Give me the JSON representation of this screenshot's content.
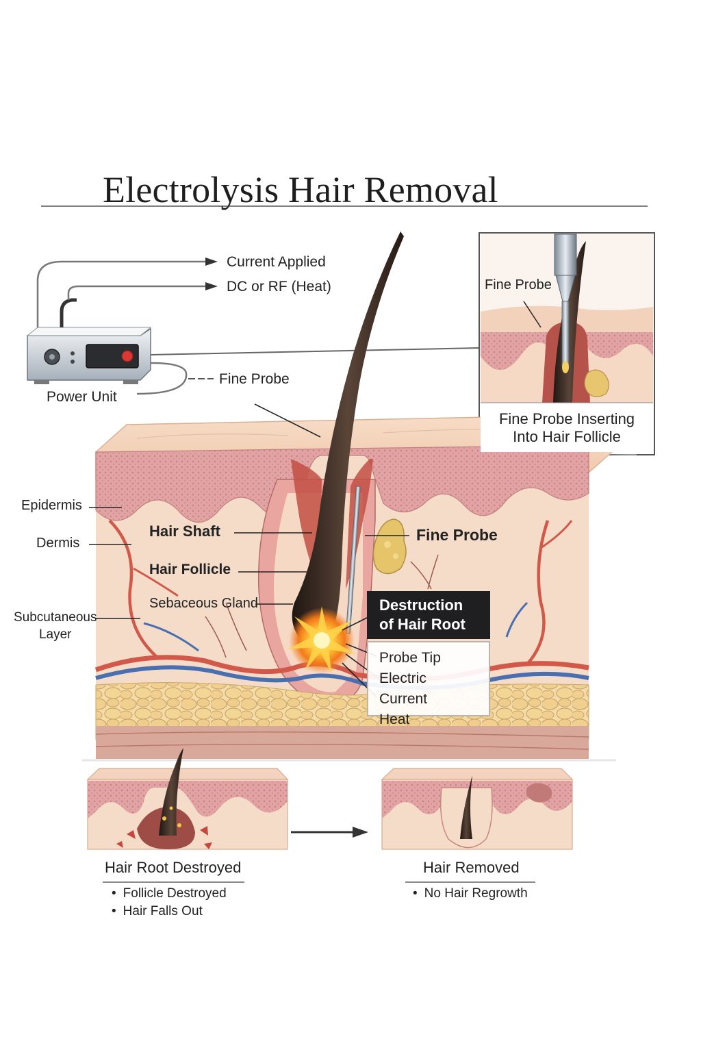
{
  "title": "Electrolysis Hair Removal",
  "power_unit": {
    "label": "Power Unit",
    "arrow_labels": [
      "Current Applied",
      "DC or RF (Heat)"
    ],
    "probe_label": "Fine Probe"
  },
  "inset": {
    "probe_label": "Fine Probe",
    "caption_line1": "Fine Probe Inserting",
    "caption_line2": "Into Hair Follicle"
  },
  "layers": {
    "epidermis": "Epidermis",
    "dermis": "Dermis",
    "subcutaneous_line1": "Subcutaneous",
    "subcutaneous_line2": "Layer"
  },
  "structures": {
    "hair_shaft": "Hair Shaft",
    "hair_follicle": "Hair Follicle",
    "sebaceous_gland": "Sebaceous Gland",
    "fine_probe": "Fine Probe"
  },
  "destruction": {
    "heading_line1": "Destruction",
    "heading_line2": "of Hair Root",
    "items": [
      "Probe Tip",
      "Electric Current",
      "Heat"
    ]
  },
  "stages": [
    {
      "title": "Hair Root Destroyed",
      "bullets": [
        "Follicle Destroyed",
        "Hair Falls Out"
      ]
    },
    {
      "title": "Hair Removed",
      "bullets": [
        "No Hair Regrowth"
      ]
    }
  ],
  "colors": {
    "epidermis_top": "#f3d3bd",
    "epidermis_pink": "#e0a19f",
    "dermis": "#f4ddca",
    "fat": "#f1d39a",
    "artery": "#d2594a",
    "vein": "#4a6fb0",
    "hair": "#3a2a22",
    "spark": "#ffb21e",
    "callout_dark": "#1f1f22"
  }
}
